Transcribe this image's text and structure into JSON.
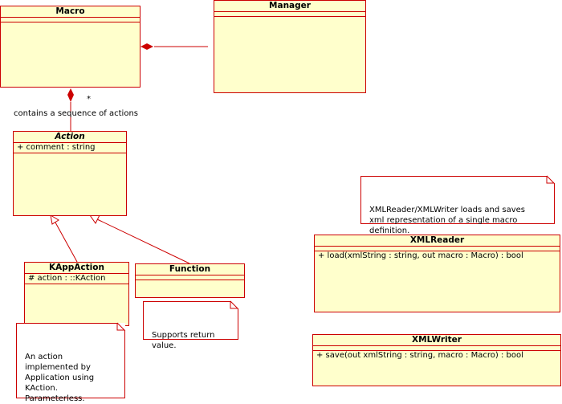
{
  "classes": {
    "macro": {
      "name": "Macro"
    },
    "manager": {
      "name": "Manager"
    },
    "action": {
      "name": "Action",
      "attribute": "+ comment : string"
    },
    "kappaction": {
      "name": "KAppAction",
      "attribute": "# action : ::KAction"
    },
    "function": {
      "name": "Function"
    },
    "xmlreader": {
      "name": "XMLReader",
      "operation": "+ load(xmlString : string, out macro : Macro) : bool"
    },
    "xmlwriter": {
      "name": "XMLWriter",
      "operation": "+ save(out xmlString : string, macro : Macro) : bool"
    }
  },
  "notes": {
    "xml": "XMLReader/XMLWriter loads and saves\nxml representation of a single macro\ndefinition.",
    "function": "Supports return\nvalue.",
    "kappaction": "An action\nimplemented by\nApplication using\nKAction.\nParameterless."
  },
  "labels": {
    "multiplicity": "*",
    "association": "contains a sequence of actions"
  },
  "colors": {
    "border": "#cc0000",
    "class_fill": "#ffffcc",
    "note_fill": "#ffffff"
  }
}
